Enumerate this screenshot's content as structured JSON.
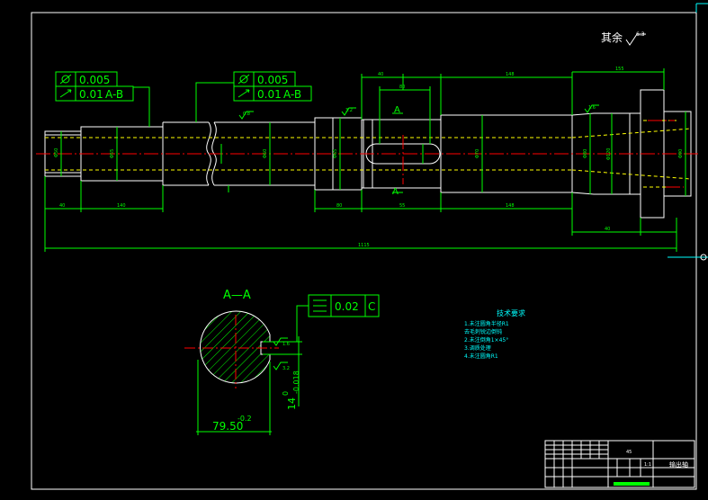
{
  "surface_finish": {
    "note_prefix": "其余",
    "note_value": "6.3",
    "small_value": "0.8",
    "small_value_b": "1.6",
    "small_value_c": "3.2"
  },
  "fcf_left": {
    "row1_value": "0.005",
    "row2_value": "0.01",
    "row2_datum": "A-B"
  },
  "fcf_mid": {
    "row1_value": "0.005",
    "row2_value": "0.01",
    "row2_datum": "A-B"
  },
  "section_marker": "A",
  "section": {
    "title": "A—A",
    "fcf_value": "0.02",
    "fcf_datum": "C",
    "dim_width": "79.50",
    "dim_width_tol": "-0.2",
    "dim_key": "14",
    "dim_key_tol_top": "0",
    "dim_key_tol_bottom": "-0.018"
  },
  "tech_req": {
    "title": "技术要求",
    "items": [
      "1.未注圆角半径R1",
      "   去毛刺锐边倒钝",
      "2.未注倒角1×45°",
      "3.调质处理",
      "4.未注圆角R1"
    ]
  },
  "title_block": {
    "part_name": "输出轴",
    "scale": "1:1",
    "material": "45"
  },
  "dims": {
    "overall": "1115",
    "seg1": "40",
    "seg2": "140",
    "seg3": "80",
    "seg4": "55",
    "seg5": "148",
    "seg6": "40",
    "right_flange": "155",
    "d1": "Φ50",
    "d2": "Φ55",
    "d3": "Φ60",
    "d4": "Φ65",
    "d5": "Φ70",
    "d6": "Φ80",
    "d7": "Φ120",
    "d8": "Φ90"
  },
  "colors": {
    "background": "#000000",
    "frame": "#ffffff",
    "outline": "#ffffff",
    "dimension": "#00ff00",
    "centerline": "#ff0000",
    "hidden": "#ffff00",
    "cyan": "#00ffff"
  }
}
